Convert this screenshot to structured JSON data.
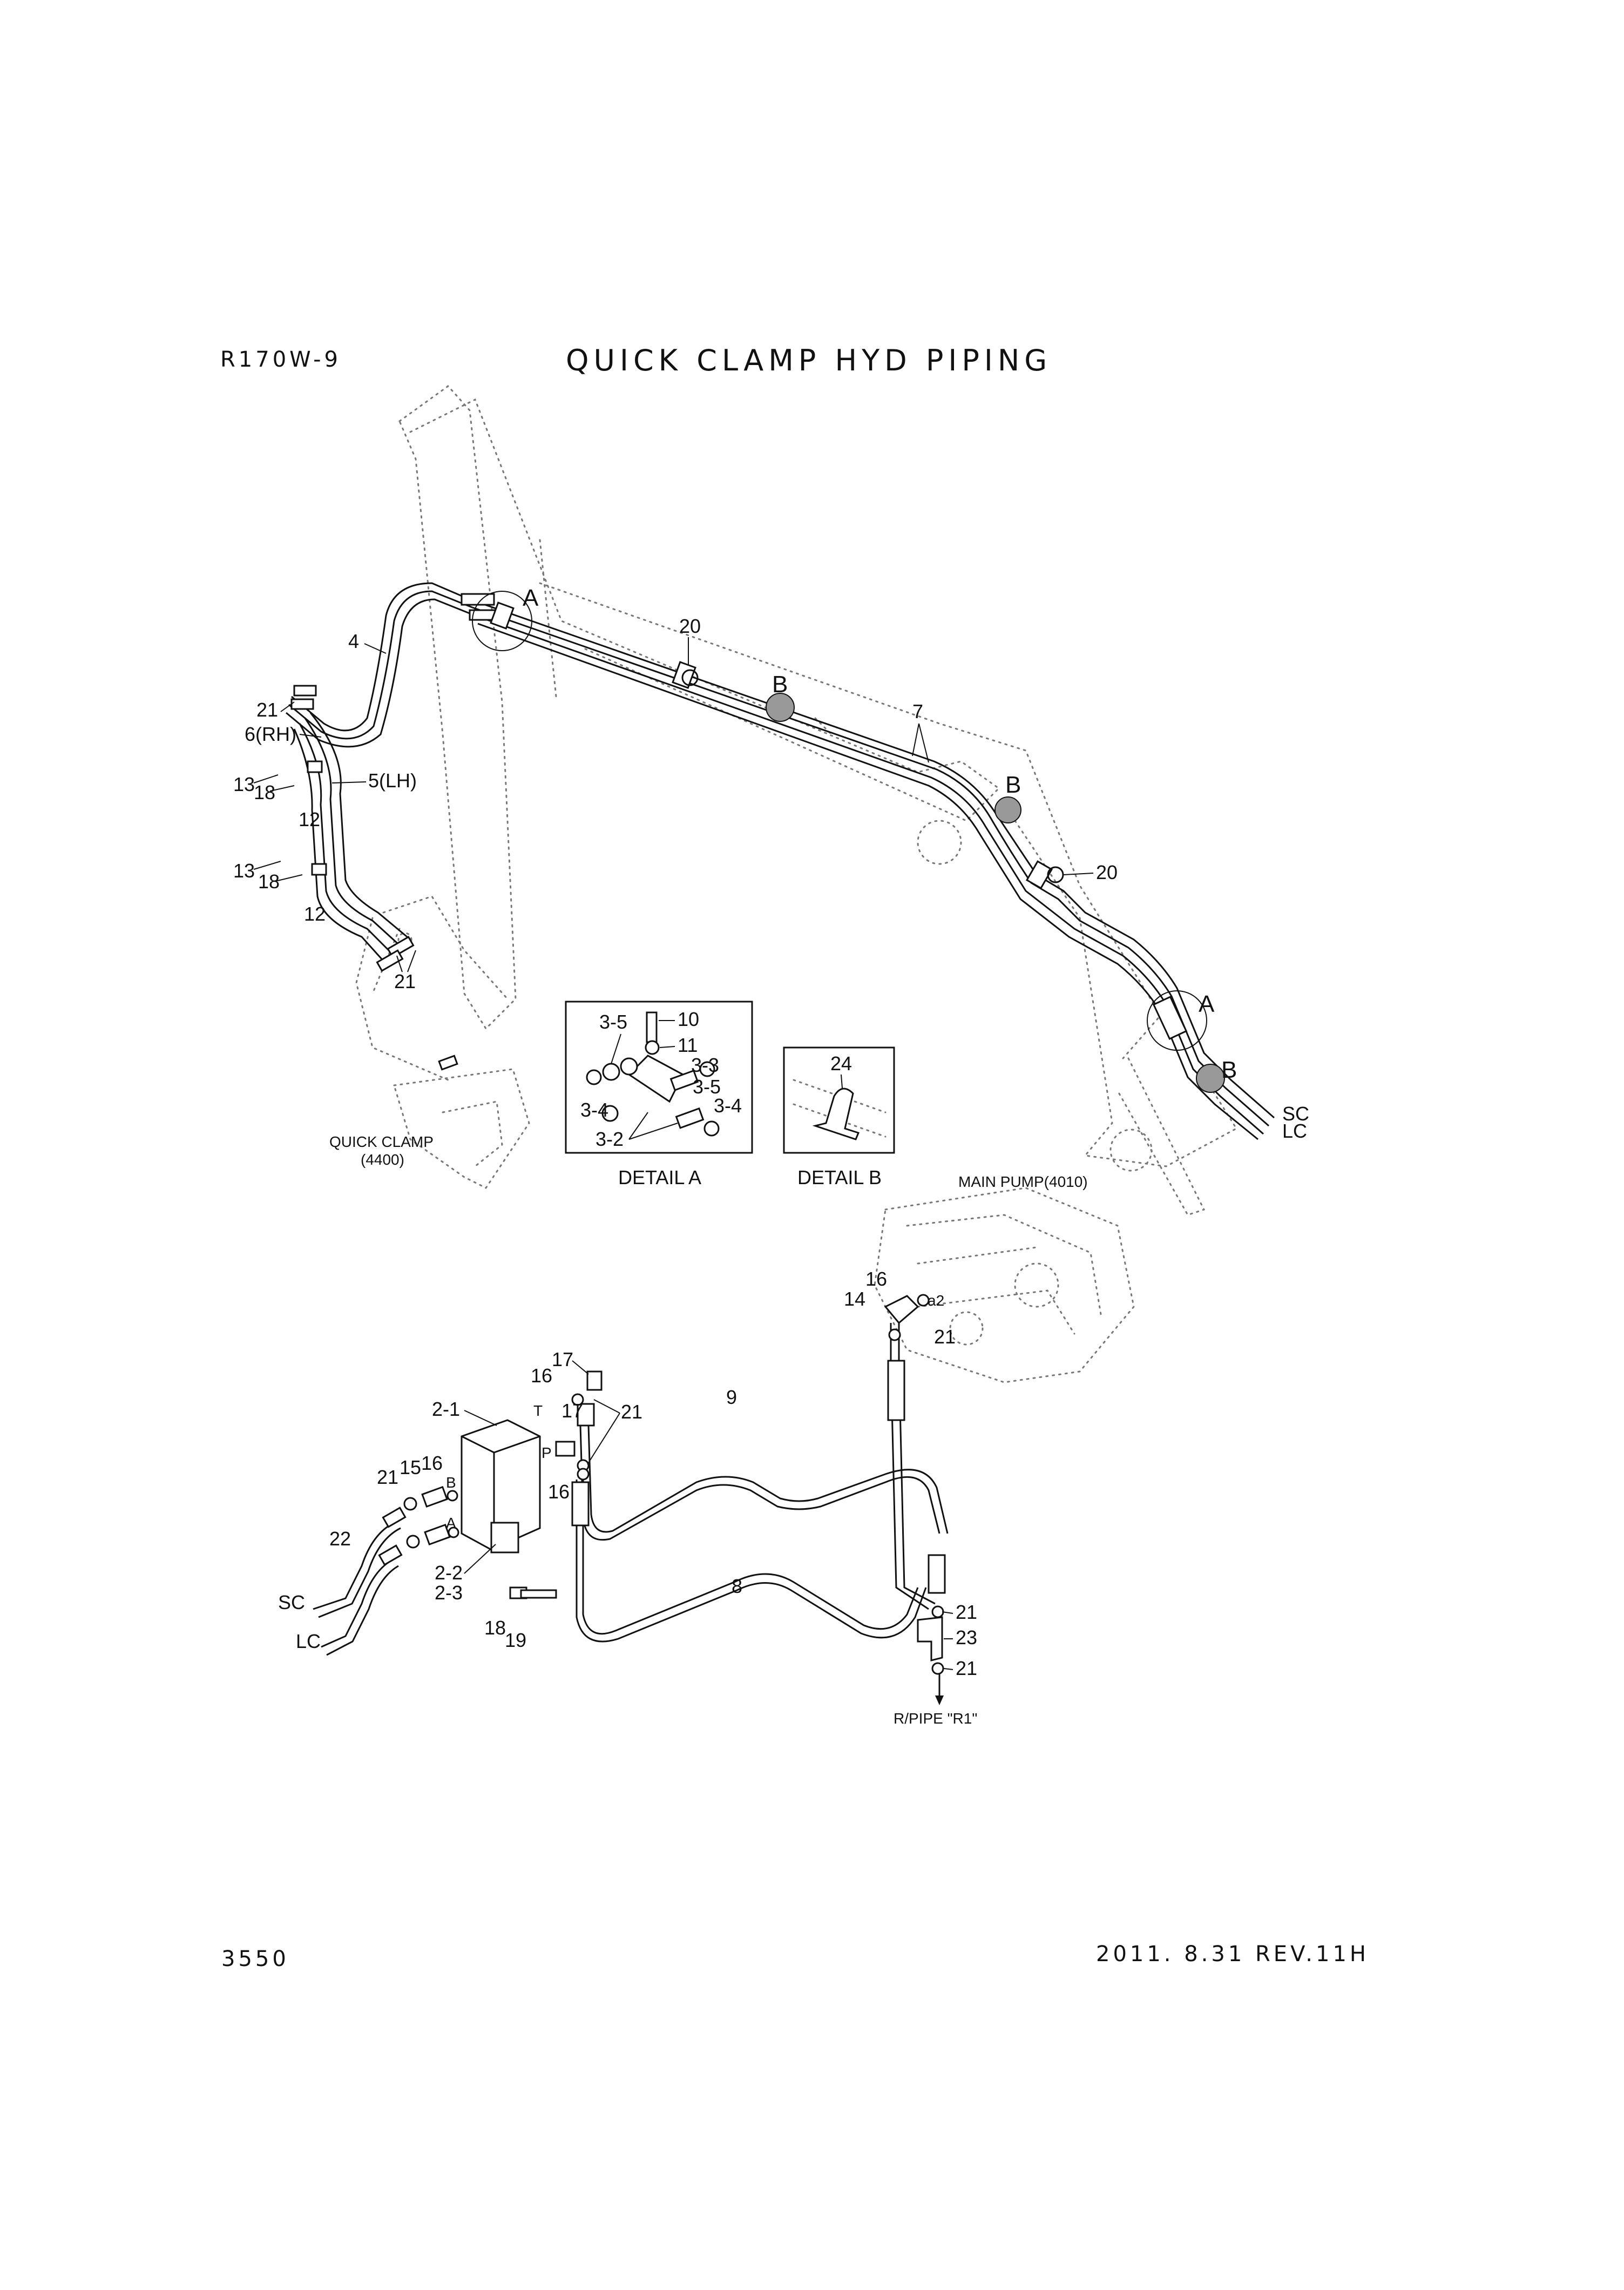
{
  "header": {
    "model": "R170W-9",
    "title": "QUICK CLAMP HYD PIPING"
  },
  "footer": {
    "page_number": "3550",
    "revision": "2011. 8.31 REV.11H"
  },
  "labels": {
    "detail_a_mark": "A",
    "detail_b_mark": "B",
    "p4": "4",
    "p21": "21",
    "p6": "6(RH)",
    "p5": "5(LH)",
    "p13": "13",
    "p18": "18",
    "p12": "12",
    "p20": "20",
    "p7": "7",
    "p9": "9",
    "p8": "8",
    "p10": "10",
    "p11": "11",
    "p3_5": "3-5",
    "p3_4": "3-4",
    "p3_3": "3-3",
    "p3_2": "3-2",
    "p24": "24",
    "p14": "14",
    "p16": "16",
    "p17": "17",
    "p15": "15",
    "p22": "22",
    "p19": "19",
    "p23": "23",
    "p2_1": "2-1",
    "p2_2": "2-2",
    "p2_3": "2-3",
    "port_t": "T",
    "port_p": "P",
    "port_a": "A",
    "port_b": "B",
    "port_a2": "a2",
    "sc": "SC",
    "lc": "LC"
  },
  "callouts": {
    "quick_clamp": "QUICK CLAMP",
    "quick_clamp_ref": "(4400)",
    "detail_a": "DETAIL A",
    "detail_b": "DETAIL B",
    "main_pump": "MAIN PUMP(4010)",
    "r_pipe": "R/PIPE \"R1\""
  }
}
